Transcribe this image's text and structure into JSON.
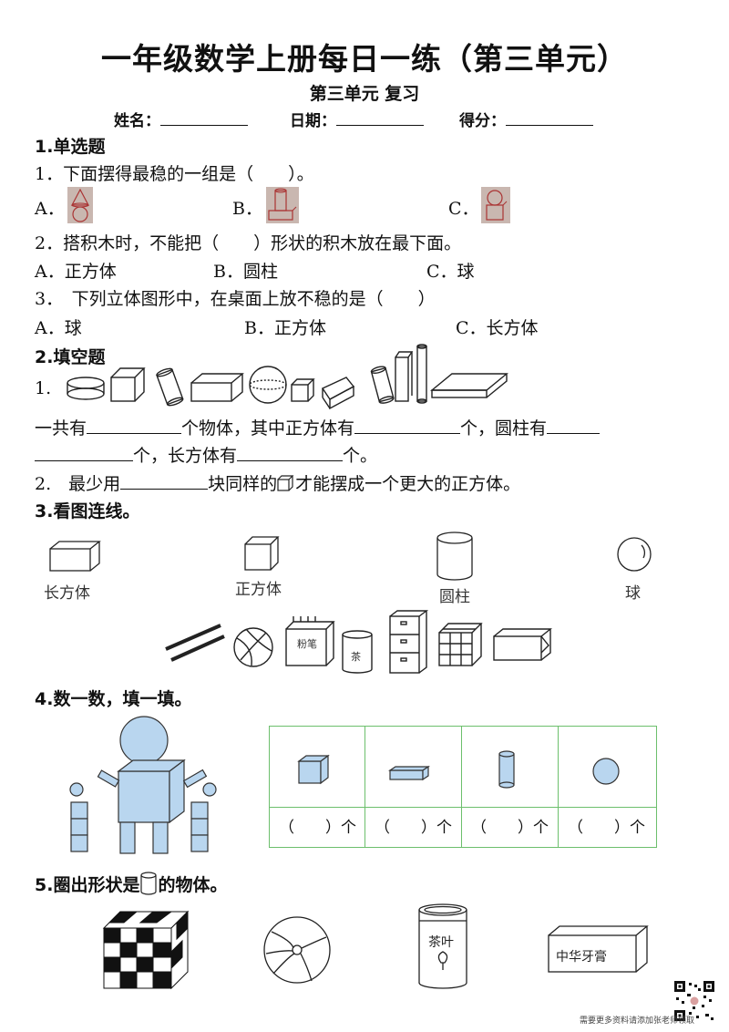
{
  "header": {
    "title": "一年级数学上册每日一练（第三单元）",
    "subtitle": "第三单元 复习",
    "name_label": "姓名：",
    "date_label": "日期：",
    "score_label": "得分："
  },
  "sec1": {
    "heading": "1.单选题",
    "q1": "1．下面摆得最稳的一组是（　　）。",
    "q1_opts": [
      "A．",
      "B．",
      "C．"
    ],
    "q2": "2．搭积木时，不能把（　　）形状的积木放在最下面。",
    "q2_opts": [
      "A．正方体",
      "B．圆柱",
      "C．球"
    ],
    "q3": "3．　下列立体图形中，在桌面上放不稳的是（　　）",
    "q3_opts": [
      "A．球",
      "B．正方体",
      "C．长方体"
    ]
  },
  "sec2": {
    "heading": "2.填空题",
    "q1_num": "1.",
    "q1_p1": "一共有",
    "q1_p2": "个物体，其中正方体有",
    "q1_p3": "个，圆柱有",
    "q1_p4": "个，长方体有",
    "q1_p5": "个。",
    "q2_p1": "2.　最少用",
    "q2_p2": "块同样的",
    "q2_p3": "才能摆成一个更大的正方体。"
  },
  "sec3": {
    "heading": "3.看图连线。",
    "labels": [
      "长方体",
      "正方体",
      "圆柱",
      "球"
    ],
    "chalk_label": "粉笔",
    "tea_label": "茶"
  },
  "sec4": {
    "heading": "4.数一数，填一填。",
    "count_cells": [
      "（　　）个",
      "（　　）个",
      "（　　）个",
      "（　　）个"
    ]
  },
  "sec5": {
    "heading_p1": "5.圈出形状是",
    "heading_p2": "的物体。",
    "can_label": "茶叶",
    "box_label": "中华牙膏"
  },
  "footer": {
    "text": "需要更多资料请添加张老师领取"
  },
  "colors": {
    "table_border": "#6cbf6c",
    "shape_fill": "#b9d6ef",
    "option_bg": "#c9b7b0"
  }
}
